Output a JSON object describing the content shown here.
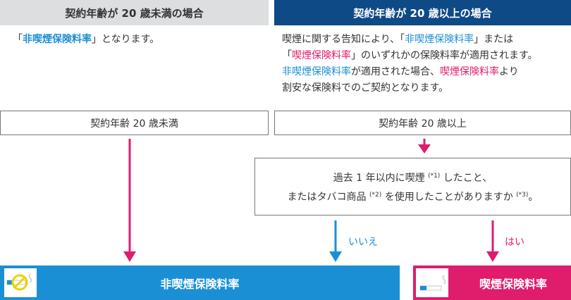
{
  "headers": {
    "under20": "契約年齢が 20 歳未満の場合",
    "over20": "契約年齢が 20 歳以上の場合"
  },
  "notes": {
    "under20": {
      "open": "「",
      "rate": "非喫煙保険料率",
      "close": "」となります。"
    },
    "over20": {
      "l1_a": "喫煙に関する告知により、「",
      "l1_rate": "非喫煙保険料率",
      "l1_b": "」または",
      "l2_a": "「",
      "l2_rate": "喫煙保険料率",
      "l2_b": "」のいずれかの保険料率が適用されます。",
      "l3_rate1": "非喫煙保険料率",
      "l3_a": "が適用された場合、",
      "l3_rate2": "喫煙保険料率",
      "l3_b": "より",
      "l4": "割安な保険料でのご契約となります。"
    }
  },
  "boxes": {
    "under20": "契約年齢 20 歳未満",
    "over20": "契約年齢 20 歳以上",
    "question": {
      "l1_a": "過去 1 年以内に喫煙",
      "l1_ref": "(*1)",
      "l1_b": " したこと、",
      "l2_a": "またはタバコ商品",
      "l2_ref": "(*2)",
      "l2_b": " を使用したことがありますか",
      "l2_ref2": "(*3)",
      "l2_c": "。"
    }
  },
  "answers": {
    "no": "いいえ",
    "yes": "はい"
  },
  "results": {
    "non_smoker": "非喫煙保険料率",
    "smoker": "喫煙保険料率"
  },
  "icons": {
    "non_smoker": "no-smoking-icon",
    "smoker": "cigarette-icon"
  },
  "colors": {
    "blue": "#1b8fd4",
    "pink": "#e01c6c",
    "navy": "#0e4a86",
    "gray": "#dcdee0"
  }
}
